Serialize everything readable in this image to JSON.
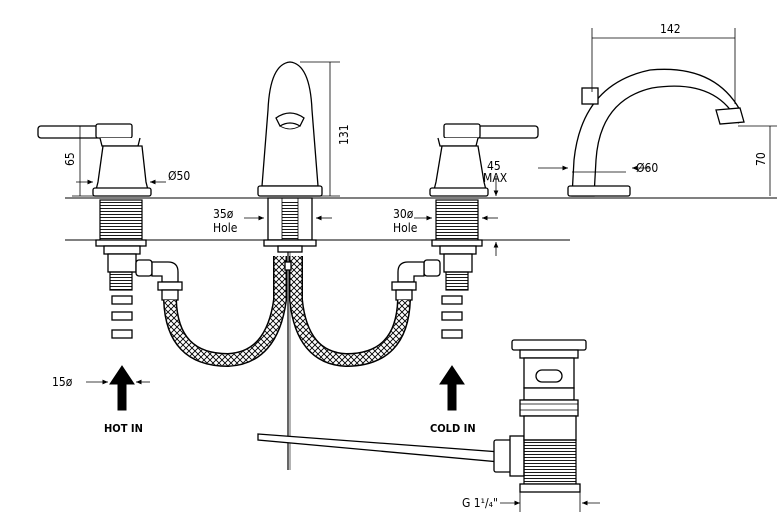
{
  "labels": {
    "dim_142": "142",
    "dim_131": "131",
    "dim_65": "65",
    "dim_70": "70",
    "dia_50": "Ø50",
    "dia_60": "Ø60",
    "hole_35_a": "35ø",
    "hole_35_b": "Hole",
    "hole_30_a": "30ø",
    "hole_30_b": "Hole",
    "max_45_a": "45",
    "max_45_b": "MAX",
    "dia_15": "15ø",
    "hot_in": "HOT IN",
    "cold_in": "COLD IN",
    "g_thread": "G 1¹/₄\""
  }
}
